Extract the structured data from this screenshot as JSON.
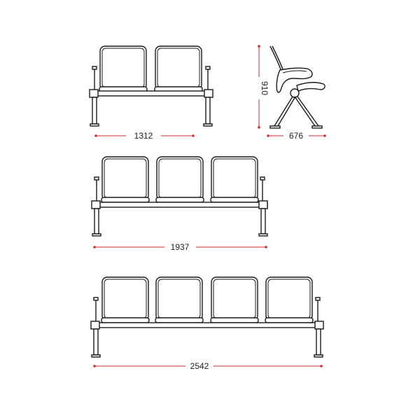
{
  "colors": {
    "line": "#1a1a1a",
    "dimension": "#d22b2b",
    "text": "#222222",
    "background": "#ffffff"
  },
  "views": [
    {
      "id": "two-seat",
      "seats": 2,
      "width_label": "1312"
    },
    {
      "id": "side-view",
      "height_label": "910",
      "depth_label": "676"
    },
    {
      "id": "three-seat",
      "seats": 3,
      "width_label": "1937"
    },
    {
      "id": "four-seat",
      "seats": 4,
      "width_label": "2542"
    }
  ]
}
